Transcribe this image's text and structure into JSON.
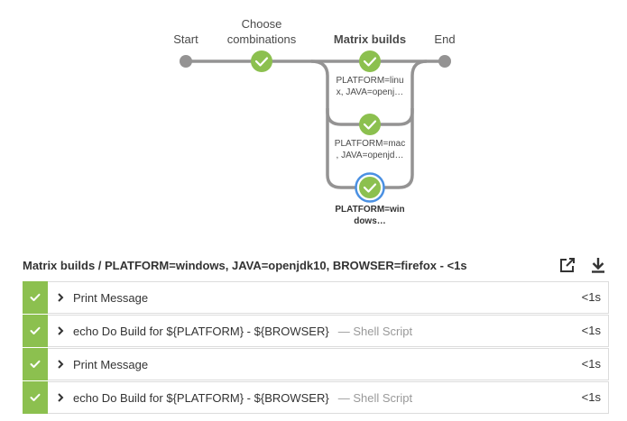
{
  "pipeline": {
    "stages": {
      "start": "Start",
      "choose_line1": "Choose",
      "choose_line2": "combinations",
      "matrix": "Matrix builds",
      "end": "End"
    },
    "parallel_nodes": [
      {
        "label_line1": "PLATFORM=linu",
        "label_line2": "x, JAVA=openj…"
      },
      {
        "label_line1": "PLATFORM=mac",
        "label_line2": ", JAVA=openjd…"
      },
      {
        "label_line1": "PLATFORM=win",
        "label_line2": "dows…",
        "selected": true
      }
    ]
  },
  "step_panel": {
    "title": "Matrix builds / PLATFORM=windows, JAVA=openjdk10, BROWSER=firefox - <1s",
    "icons": [
      "open-external-icon",
      "download-icon"
    ],
    "steps": [
      {
        "title": "Print Message",
        "subtitle": "",
        "duration": "<1s",
        "status": "success"
      },
      {
        "title": "echo Do Build for ${PLATFORM} - ${BROWSER}",
        "subtitle": "— Shell Script",
        "duration": "<1s",
        "status": "success"
      },
      {
        "title": "Print Message",
        "subtitle": "",
        "duration": "<1s",
        "status": "success"
      },
      {
        "title": "echo Do Build for ${PLATFORM} - ${BROWSER}",
        "subtitle": "— Shell Script",
        "duration": "<1s",
        "status": "success"
      }
    ]
  },
  "colors": {
    "success": "#8cc04f",
    "line": "#949393",
    "selected_ring": "#4a90e2"
  }
}
